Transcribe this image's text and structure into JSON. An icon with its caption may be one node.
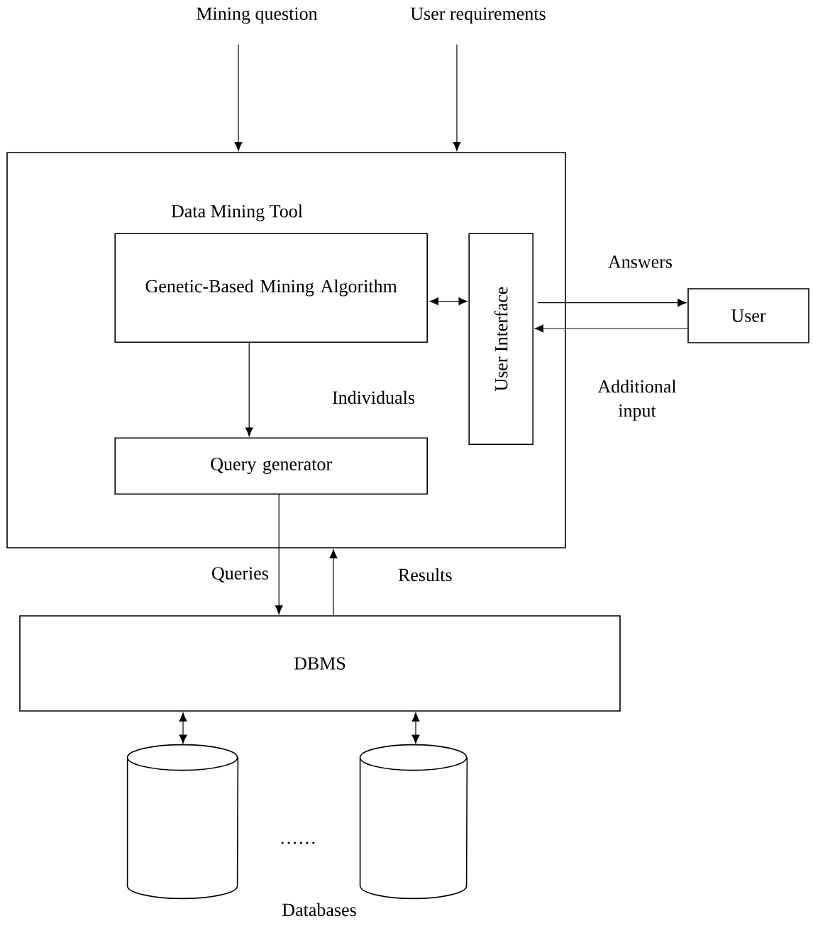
{
  "diagram": {
    "nodes": [
      {
        "text": [
          "Data Mining Tool"
        ]
      },
      {
        "text": [
          "Genetic-Based Mining Algorithm"
        ],
        "in": 0
      },
      {
        "text": [
          "User Interface"
        ],
        "in": 0
      },
      {
        "text": [
          "Query generator"
        ],
        "in": 0
      },
      {
        "text": [
          "User"
        ]
      },
      {
        "text": [
          "DBMS"
        ]
      },
      {
        "text": [],
        "shape": "cylinder"
      },
      {
        "text": [],
        "shape": "cylinder"
      },
      {
        "text": [
          "Mining question"
        ]
      },
      {
        "text": [
          "User requirements"
        ]
      }
    ],
    "edges": [
      {
        "from": 8,
        "to": 0,
        "arrow": "to"
      },
      {
        "from": 9,
        "to": 0,
        "arrow": "to"
      },
      {
        "from": 1,
        "to": 2,
        "arrow": "both"
      },
      {
        "from": 1,
        "to": 3,
        "arrow": "to",
        "label": "Individuals"
      },
      {
        "from": 2,
        "to": 4,
        "arrow": "to",
        "label": "Answers"
      },
      {
        "from": 4,
        "to": 2,
        "arrow": "to",
        "label": "Additional input"
      },
      {
        "from": 3,
        "to": 5,
        "arrow": "to",
        "label": "Queries"
      },
      {
        "from": 5,
        "to": 0,
        "arrow": "to",
        "label": "Results"
      },
      {
        "from": 5,
        "to": 6,
        "arrow": "both"
      },
      {
        "from": 5,
        "to": 7,
        "arrow": "both"
      }
    ],
    "labels": [
      "……",
      "Databases"
    ]
  }
}
